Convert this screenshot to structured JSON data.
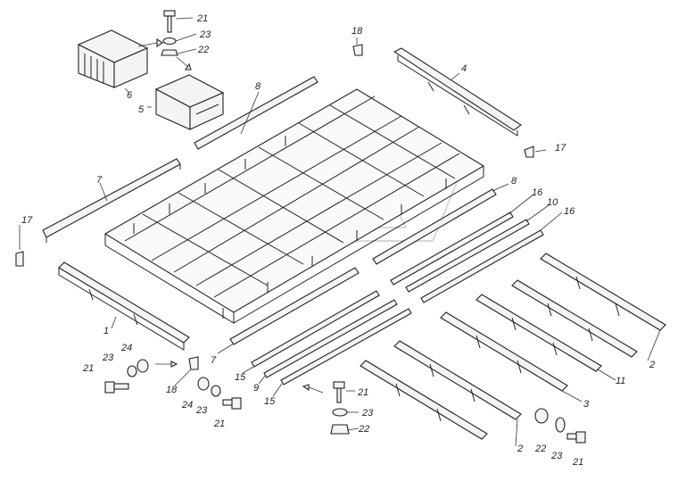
{
  "labels": {
    "l1": "1",
    "l2a": "2",
    "l2b": "2",
    "l3": "3",
    "l4": "4",
    "l5": "5",
    "l6": "6",
    "l7a": "7",
    "l7b": "7",
    "l8a": "8",
    "l8b": "8",
    "l9": "9",
    "l10": "10",
    "l11": "11",
    "l15a": "15",
    "l15b": "15",
    "l16a": "16",
    "l16b": "16",
    "l17a": "17",
    "l17b": "17",
    "l18a": "18",
    "l18b": "18",
    "l21a": "21",
    "l21b": "21",
    "l21c": "21",
    "l21d": "21",
    "l21e": "21",
    "l22a": "22",
    "l22b": "22",
    "l22c": "22",
    "l23a": "23",
    "l23b": "23",
    "l23c": "23",
    "l23d": "23",
    "l23e": "23",
    "l24a": "24",
    "l24b": "24"
  }
}
